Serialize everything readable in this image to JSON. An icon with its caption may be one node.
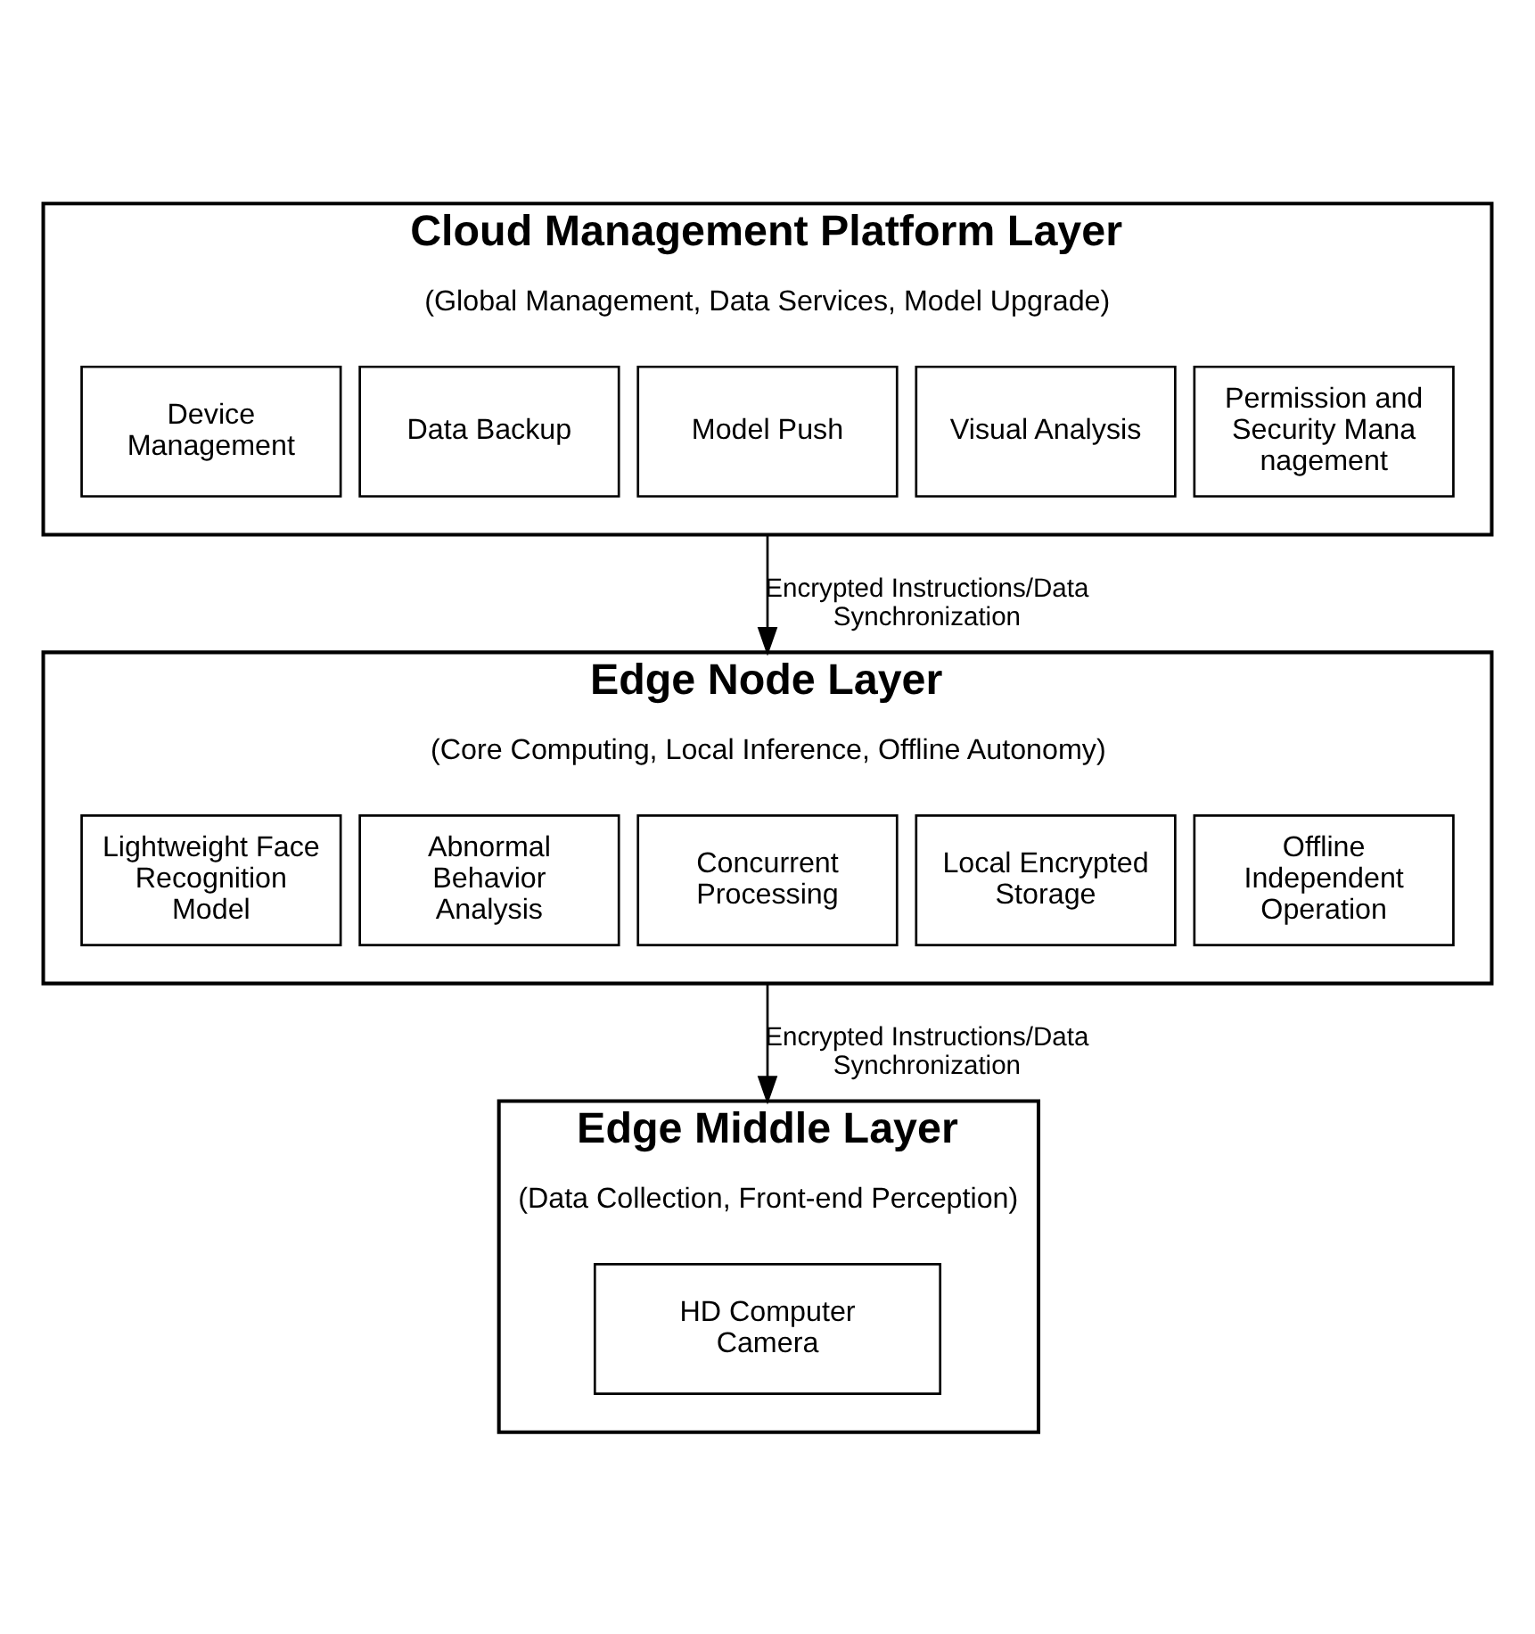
{
  "diagram": {
    "nodes": [
      {
        "text": [
          "Cloud Management Platform Layer",
          "(Global Management, Data Services, Model Upgrade)"
        ]
      },
      {
        "text": [
          "Device Management"
        ],
        "in": 0
      },
      {
        "text": [
          "Data Backup"
        ],
        "in": 0
      },
      {
        "text": [
          "Model Push"
        ],
        "in": 0
      },
      {
        "text": [
          "Visual Analysis"
        ],
        "in": 0
      },
      {
        "text": [
          "Permission and Security Mana nagement"
        ],
        "in": 0
      },
      {
        "text": [
          "Edge Node Layer",
          "(Core Computing, Local Inference, Offline Autonomy)"
        ]
      },
      {
        "text": [
          "Lightweight Face Recognition Model"
        ],
        "in": 6
      },
      {
        "text": [
          "Abnormal Behavior Analysis"
        ],
        "in": 6
      },
      {
        "text": [
          "Concurrent Processing"
        ],
        "in": 6
      },
      {
        "text": [
          "Local Encrypted Storage"
        ],
        "in": 6
      },
      {
        "text": [
          "Offline Independent Operation"
        ],
        "in": 6
      },
      {
        "text": [
          "Edge Middle Layer",
          "(Data Collection, Front-end Perception)"
        ]
      },
      {
        "text": [
          "HD Computer Camera"
        ],
        "in": 12
      }
    ],
    "edges": [
      {
        "from": 0,
        "to": 6,
        "arrow": "to",
        "label": "Encrypted Instructions/Data Synchronization"
      },
      {
        "from": 6,
        "to": 12,
        "arrow": "to",
        "label": "Encrypted Instructions/Data Synchronization"
      }
    ]
  }
}
